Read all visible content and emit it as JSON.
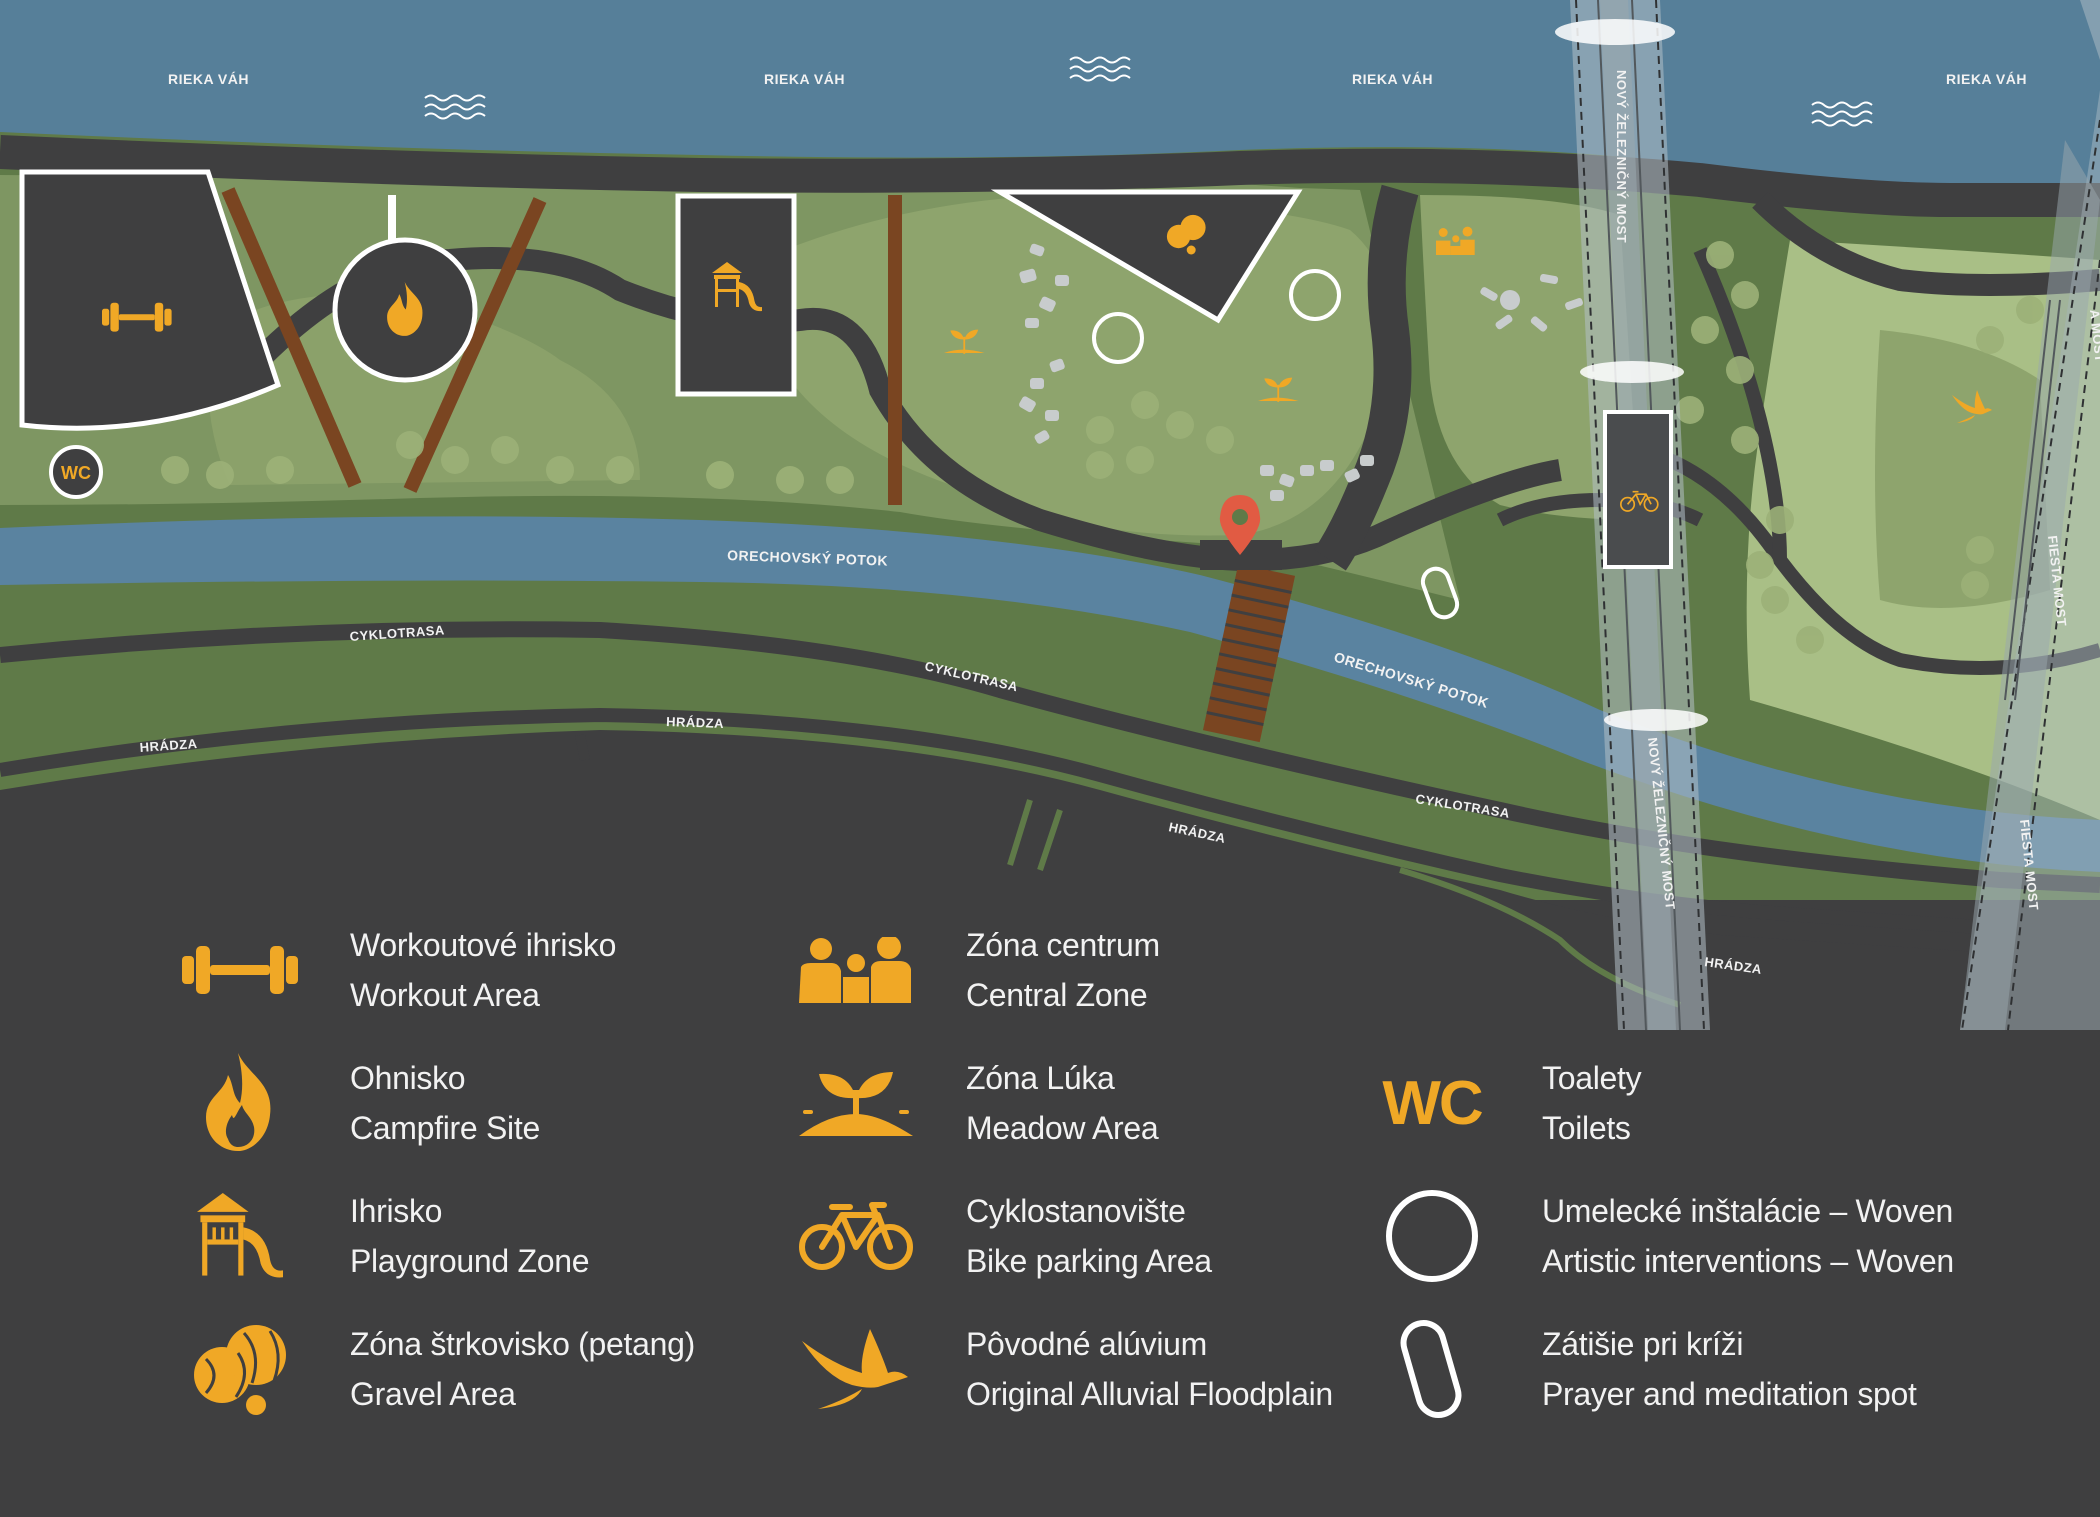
{
  "colors": {
    "river": "#567f99",
    "stream": "#5a83a0",
    "meadow_dark": "#5f7a48",
    "meadow_mid": "#7e9662",
    "meadow_light": "#a9bf86",
    "path": "#3f3f40",
    "accent": "#f0a826",
    "marker": "#e15b43",
    "white": "#ffffff"
  },
  "map_labels": {
    "river_1": "RIEKA VÁH",
    "river_2": "RIEKA VÁH",
    "river_3": "RIEKA VÁH",
    "river_4": "RIEKA VÁH",
    "stream_1": "ORECHOVSKÝ POTOK",
    "stream_2": "ORECHOVSKÝ POTOK",
    "bike_1": "CYKLOTRASA",
    "bike_2": "CYKLOTRASA",
    "bike_3": "CYKLOTRASA",
    "dam_1": "HRÁDZA",
    "dam_2": "HRÁDZA",
    "dam_3": "HRÁDZA",
    "dam_4": "HRÁDZA",
    "bridge_rail_top": "NOVÝ ŽELEZNIČNÝ MOST",
    "bridge_rail_bottom": "NOVÝ ŽELEZNIČNÝ MOST",
    "bridge_fiesta_top": "FIESTA MOST",
    "bridge_fiesta_bottom": "FIESTA MOST",
    "bridge_fiesta_edge": "A MOST",
    "wc_badge": "WC"
  },
  "legend": [
    {
      "icon": "dumbbell-icon",
      "sk": "Workoutové ihrisko",
      "en": "Workout Area"
    },
    {
      "icon": "campfire-icon",
      "sk": "Ohnisko",
      "en": "Campfire Site"
    },
    {
      "icon": "playground-icon",
      "sk": "Ihrisko",
      "en": "Playground Zone"
    },
    {
      "icon": "petanque-balls-icon",
      "sk": "Zóna štrkovisko (petang)",
      "en": "Gravel Area"
    },
    {
      "icon": "people-group-icon",
      "sk": "Zóna centrum",
      "en": "Central Zone"
    },
    {
      "icon": "sprout-icon",
      "sk": "Zóna Lúka",
      "en": "Meadow Area"
    },
    {
      "icon": "bicycle-icon",
      "sk": "Cyklostanovište",
      "en": "Bike parking Area"
    },
    {
      "icon": "bird-icon",
      "sk": "Pôvodné alúvium",
      "en": "Original Alluvial Floodplain"
    },
    {
      "icon": "wc-icon",
      "sk": "Toalety",
      "en": "Toilets",
      "glyph": "WC"
    },
    {
      "icon": "circle-outline-icon",
      "sk": "Umelecké inštalácie – Woven",
      "en": "Artistic interventions – Woven"
    },
    {
      "icon": "oval-outline-icon",
      "sk": "Zátišie pri kríži",
      "en": "Prayer and meditation spot"
    }
  ]
}
